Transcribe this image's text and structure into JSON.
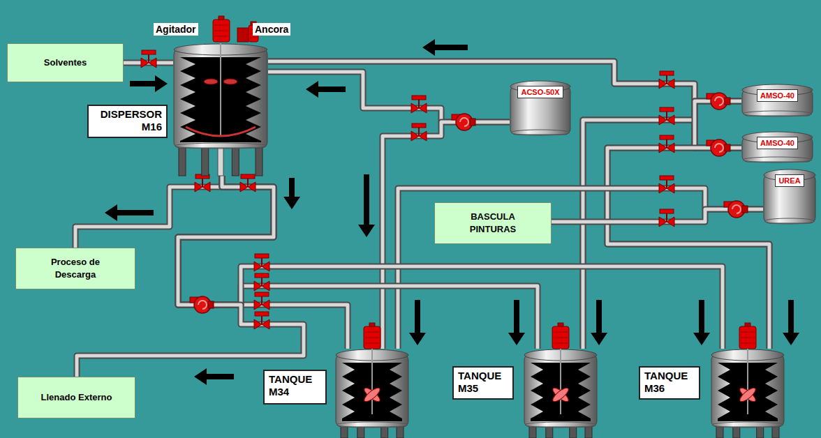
{
  "diagram": {
    "nodes": [
      {
        "text": [
          "Solventes"
        ]
      },
      {
        "text": [
          "DISPERSOR M16"
        ]
      },
      {
        "text": [
          "ACSO-50X"
        ]
      },
      {
        "text": [
          "AMSO-40"
        ]
      },
      {
        "text": [
          "AMSO-40"
        ]
      },
      {
        "text": [
          "UREA"
        ]
      },
      {
        "text": [
          "BASCULA PINTURAS"
        ]
      },
      {
        "text": [
          "Proceso de Descarga"
        ]
      },
      {
        "text": [
          "TANQUE M34"
        ]
      },
      {
        "text": [
          "TANQUE M35"
        ]
      },
      {
        "text": [
          "TANQUE M36"
        ]
      },
      {
        "text": [
          "Llenado Externo"
        ]
      }
    ],
    "edges": [
      {
        "from": 0,
        "to": 1,
        "arrow": "none"
      },
      {
        "from": 2,
        "to": 1,
        "arrow": "none"
      },
      {
        "from": 2,
        "to": 8,
        "arrow": "none"
      },
      {
        "from": 3,
        "to": 1,
        "arrow": "none"
      },
      {
        "from": 4,
        "to": 1,
        "arrow": "none"
      },
      {
        "from": 3,
        "to": 9,
        "arrow": "none"
      },
      {
        "from": 4,
        "to": 9,
        "arrow": "none"
      },
      {
        "from": 3,
        "to": 10,
        "arrow": "none"
      },
      {
        "from": 4,
        "to": 10,
        "arrow": "none"
      },
      {
        "from": 5,
        "to": 8,
        "arrow": "none"
      },
      {
        "from": 5,
        "to": 6,
        "arrow": "none"
      },
      {
        "from": 1,
        "to": 7,
        "arrow": "none"
      },
      {
        "from": 1,
        "to": 8,
        "arrow": "none"
      },
      {
        "from": 1,
        "to": 9,
        "arrow": "none"
      },
      {
        "from": 1,
        "to": 10,
        "arrow": "none"
      },
      {
        "from": 1,
        "to": 11,
        "arrow": "none"
      }
    ],
    "labels": [
      "Agitador",
      "Ancora"
    ]
  }
}
